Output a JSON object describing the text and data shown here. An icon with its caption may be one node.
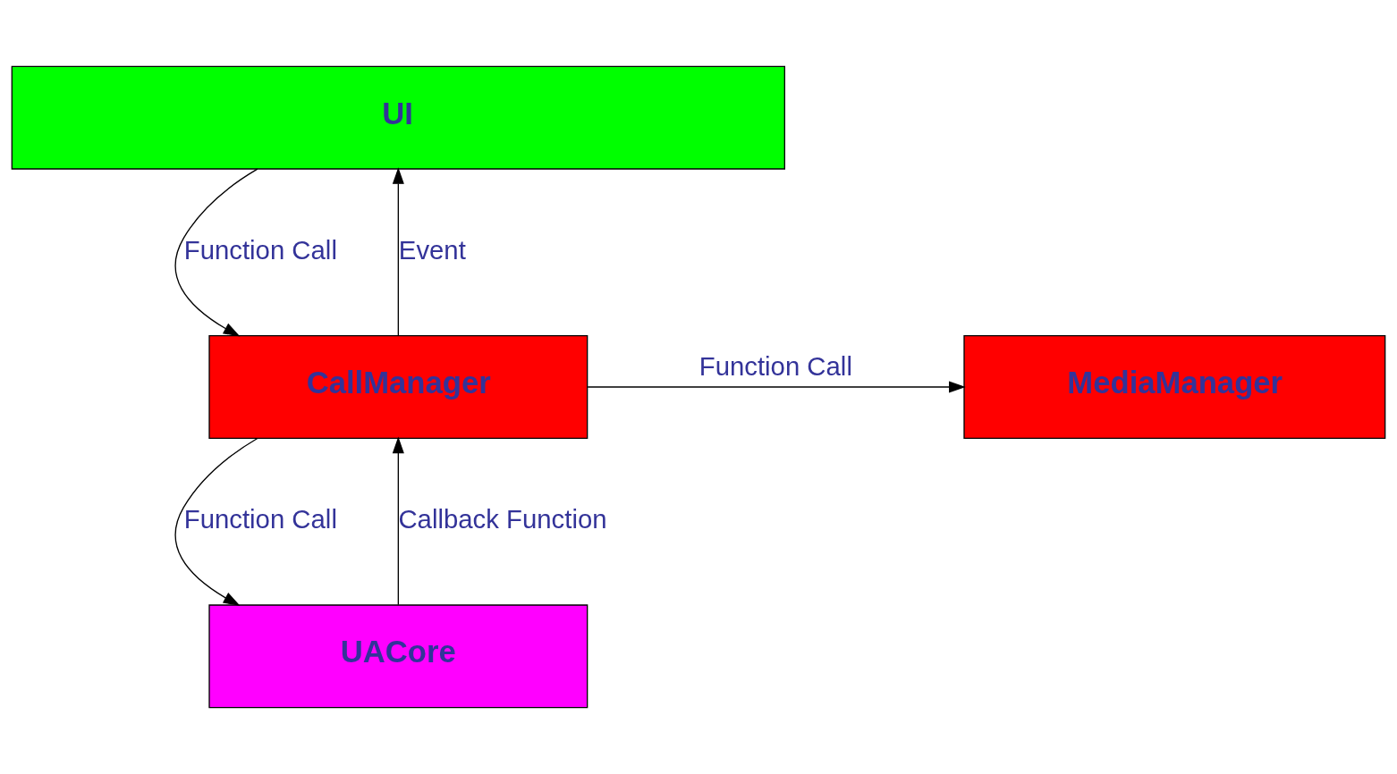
{
  "diagram": {
    "nodes": [
      {
        "text": [
          "UI"
        ]
      },
      {
        "text": [
          "CallManager"
        ]
      },
      {
        "text": [
          "MediaManager"
        ]
      },
      {
        "text": [
          "UACore"
        ]
      }
    ],
    "edges": [
      {
        "from": 0,
        "to": 1,
        "arrow": "to",
        "label": "Function Call"
      },
      {
        "from": 1,
        "to": 0,
        "arrow": "to",
        "label": "Event"
      },
      {
        "from": 1,
        "to": 2,
        "arrow": "to",
        "label": "Function Call"
      },
      {
        "from": 1,
        "to": 3,
        "arrow": "to",
        "label": "Function Call"
      },
      {
        "from": 3,
        "to": 1,
        "arrow": "to",
        "label": "Callback Function"
      }
    ]
  }
}
